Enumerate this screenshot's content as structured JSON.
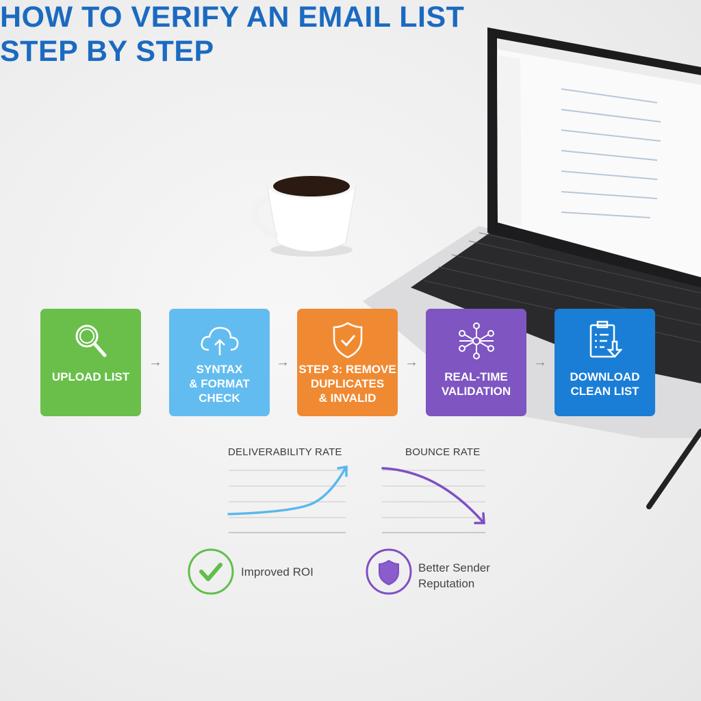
{
  "title": {
    "line1": "HOW TO VERIFY AN EMAIL LIST",
    "line2": "STEP BY STEP"
  },
  "steps": [
    {
      "label": "UPLOAD LIST",
      "icon": "magnifier-icon",
      "color": "#6abf4b"
    },
    {
      "label": "SYNTAX & FORMAT CHECK",
      "icon": "cloud-upload-icon",
      "color": "#63bcef"
    },
    {
      "label": "STEP 3: REMOVE DUPLICATES & INVALID",
      "icon": "shield-check-icon",
      "color": "#f08a32"
    },
    {
      "label": "REAL-TIME VALIDATION",
      "icon": "network-icon",
      "color": "#7e55c1"
    },
    {
      "label": "DOWNLOAD CLEAN LIST",
      "icon": "clipboard-download-icon",
      "color": "#1a7ed6"
    }
  ],
  "charts": {
    "deliverability": {
      "label": "DELIVERABILITY RATE",
      "trend": "up",
      "color": "#5ab8ee"
    },
    "bounce": {
      "label": "BOUNCE RATE",
      "trend": "down",
      "color": "#7e4fc4"
    }
  },
  "benefits": [
    {
      "label": "Improved ROI",
      "icon": "check-circle-icon",
      "color": "#5fbf4a"
    },
    {
      "label": "Better Sender Reputation",
      "line1": "Better Sender",
      "line2": "Reputation",
      "icon": "shield-circle-icon",
      "color": "#7e4fc4"
    }
  ]
}
